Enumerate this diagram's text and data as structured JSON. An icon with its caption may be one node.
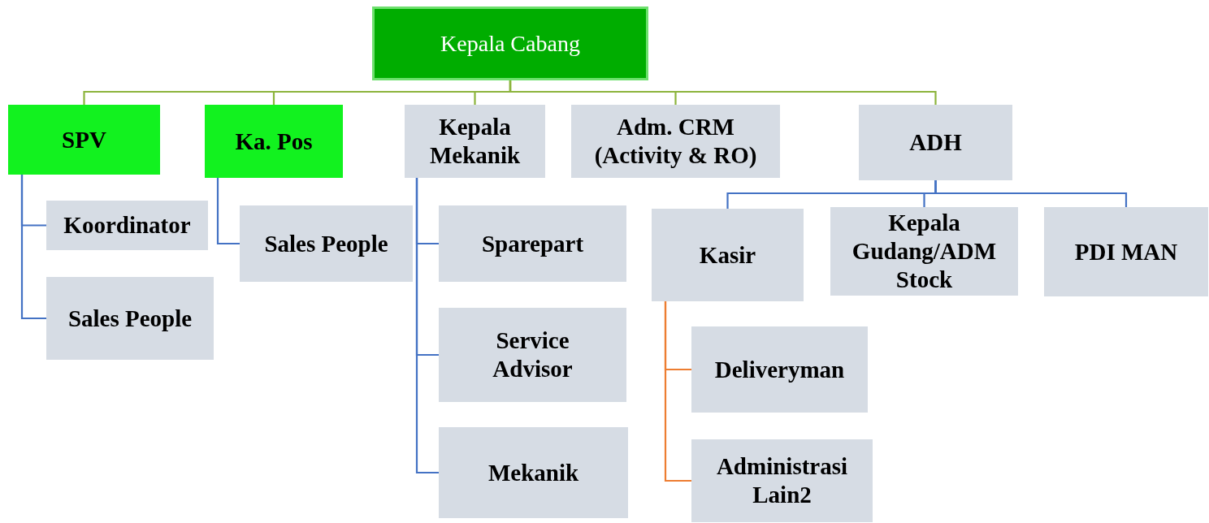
{
  "diagram": {
    "nodes": [
      {
        "text": [
          "Kepala Cabang"
        ]
      },
      {
        "text": [
          "SPV"
        ]
      },
      {
        "text": [
          "Ka. Pos"
        ]
      },
      {
        "text": [
          "Kepala Mekanik"
        ]
      },
      {
        "text": [
          "Adm. CRM (Activity & RO)"
        ]
      },
      {
        "text": [
          "ADH"
        ]
      },
      {
        "text": [
          "Koordinator"
        ]
      },
      {
        "text": [
          "Sales People"
        ]
      },
      {
        "text": [
          "Sales People"
        ]
      },
      {
        "text": [
          "Sparepart"
        ]
      },
      {
        "text": [
          "Service Advisor"
        ]
      },
      {
        "text": [
          "Mekanik"
        ]
      },
      {
        "text": [
          "Kasir"
        ]
      },
      {
        "text": [
          "Kepala Gudang/ADM Stock"
        ]
      },
      {
        "text": [
          "PDI MAN"
        ]
      },
      {
        "text": [
          "Deliveryman"
        ]
      },
      {
        "text": [
          "Administrasi Lain2"
        ]
      }
    ],
    "edges": [
      {
        "from": 0,
        "to": 1,
        "arrow": "none",
        "color": "#8cb43c"
      },
      {
        "from": 0,
        "to": 2,
        "arrow": "none",
        "color": "#8cb43c"
      },
      {
        "from": 0,
        "to": 3,
        "arrow": "none",
        "color": "#8cb43c"
      },
      {
        "from": 0,
        "to": 4,
        "arrow": "none",
        "color": "#8cb43c"
      },
      {
        "from": 0,
        "to": 5,
        "arrow": "none",
        "color": "#8cb43c"
      },
      {
        "from": 1,
        "to": 6,
        "arrow": "none"
      },
      {
        "from": 1,
        "to": 7,
        "arrow": "none"
      },
      {
        "from": 2,
        "to": 8,
        "arrow": "none"
      },
      {
        "from": 3,
        "to": 9,
        "arrow": "none"
      },
      {
        "from": 3,
        "to": 10,
        "arrow": "none"
      },
      {
        "from": 3,
        "to": 11,
        "arrow": "none"
      },
      {
        "from": 5,
        "to": 12,
        "arrow": "none"
      },
      {
        "from": 5,
        "to": 13,
        "arrow": "none"
      },
      {
        "from": 5,
        "to": 14,
        "arrow": "none"
      },
      {
        "from": 12,
        "to": 15,
        "arrow": "none",
        "color": "#ed7d31"
      },
      {
        "from": 12,
        "to": 16,
        "arrow": "none",
        "color": "#ed7d31"
      }
    ]
  }
}
